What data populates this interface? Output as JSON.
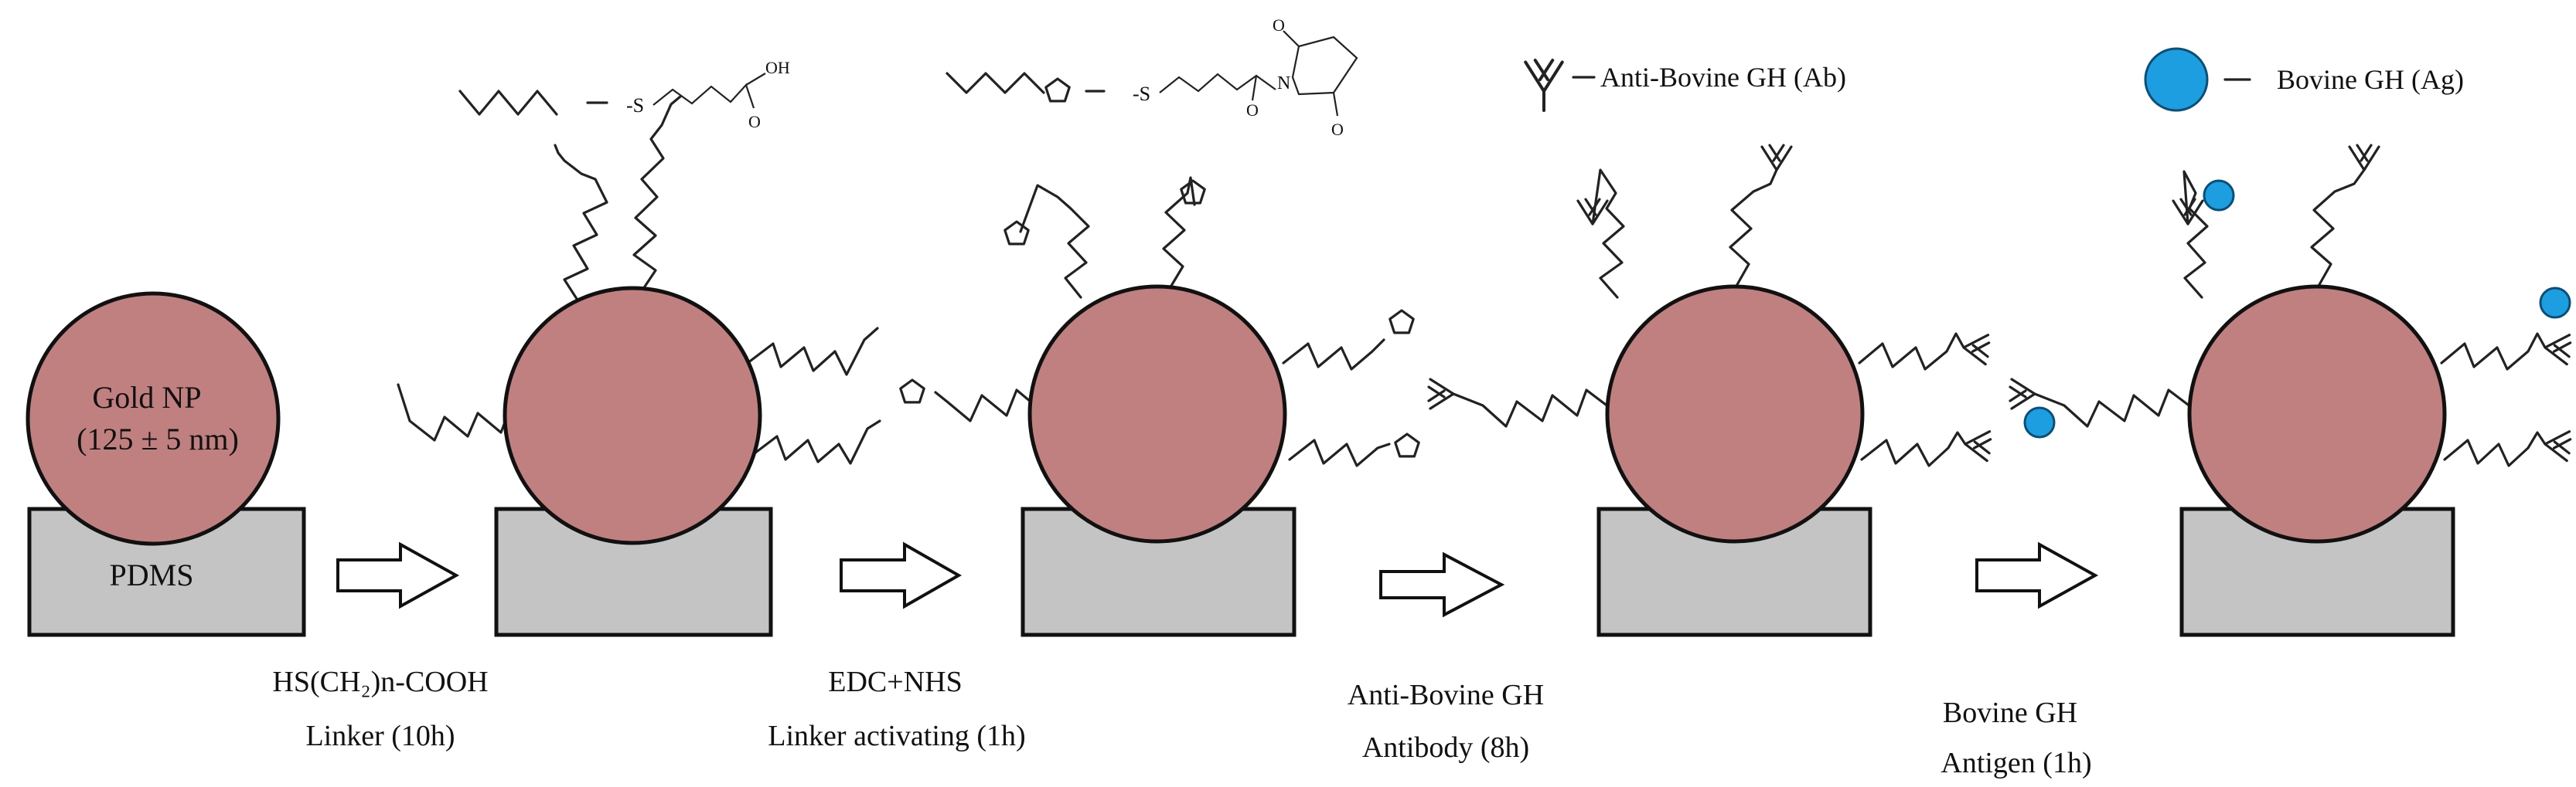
{
  "legend": {
    "linker_thiol_label": "-S",
    "carboxyl_oh_label": "OH",
    "carboxyl_o_label": "O",
    "activated_thiol_label": "-S",
    "nhs_o_label": "O",
    "nhs_n_label": "N",
    "antibody_label": "Anti-Bovine GH (Ab)",
    "antigen_label": "Bovine GH (Ag)"
  },
  "nanoparticle": {
    "name_line": "Gold NP",
    "size_line": "(125 ± 5 nm)"
  },
  "substrate": {
    "label": "PDMS"
  },
  "steps": [
    {
      "line1": "HS(CH₂)n-COOH",
      "line2": "Linker (10h)"
    },
    {
      "line1": "EDC+NHS",
      "line2": "Linker activating (1h)"
    },
    {
      "line1": "Anti-Bovine GH",
      "line2": "Antibody (8h)"
    },
    {
      "line1": "Bovine GH",
      "line2": "Antigen (1h)"
    }
  ],
  "colors": {
    "gold_np": "#c08080",
    "pdms": "#c4c4c4",
    "antigen": "#1c9ee0"
  }
}
